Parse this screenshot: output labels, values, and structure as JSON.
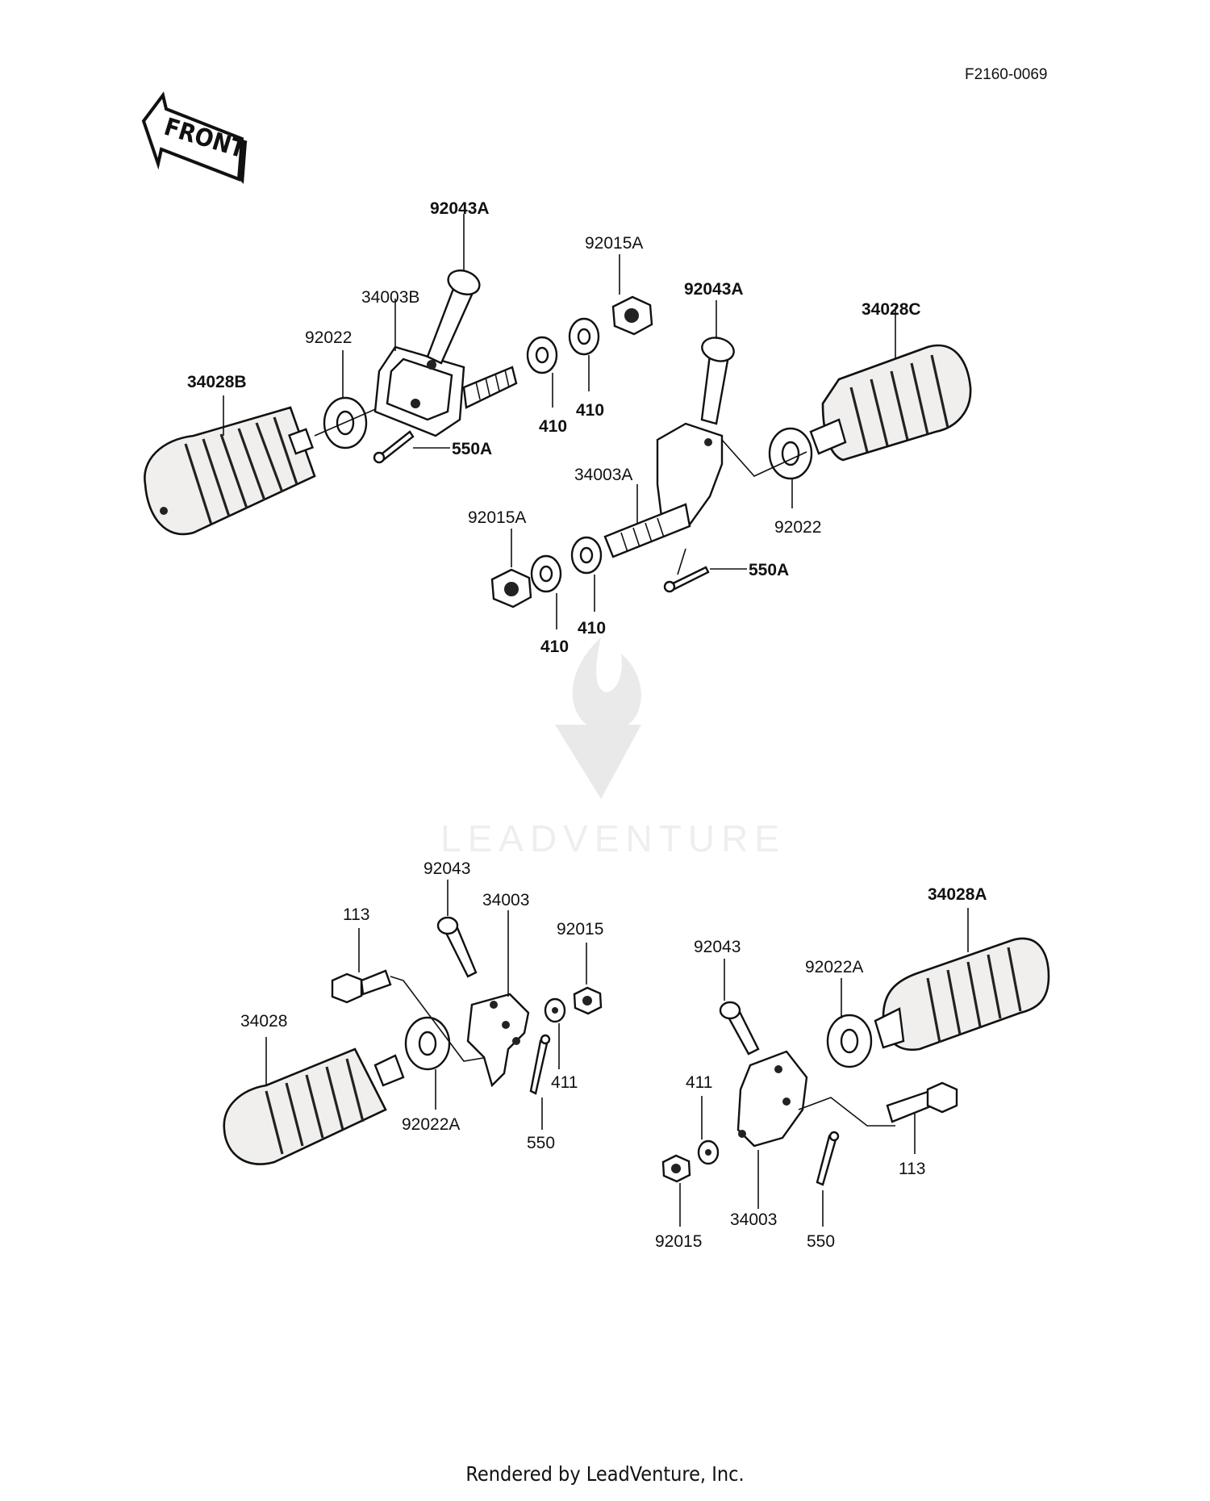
{
  "diagram_code": "F2160-0069",
  "front_label": "FRONT",
  "watermark": "LEADVENTURE",
  "footer": "Rendered by LeadVenture, Inc.",
  "labels": {
    "g1_92043A": "92043A",
    "g1_34003B": "34003B",
    "g1_92022": "92022",
    "g1_34028B": "34028B",
    "g1_550A": "550A",
    "g1_92015A": "92015A",
    "g1_410a": "410",
    "g1_410b": "410",
    "g2_92043A": "92043A",
    "g2_34028C": "34028C",
    "g2_34003A": "34003A",
    "g2_92022": "92022",
    "g2_92015A": "92015A",
    "g2_410a": "410",
    "g2_410b": "410",
    "g2_550A": "550A",
    "g3_113": "113",
    "g3_92043": "92043",
    "g3_34003": "34003",
    "g3_92015": "92015",
    "g3_34028": "34028",
    "g3_92022A": "92022A",
    "g3_411": "411",
    "g3_550": "550",
    "g4_34028A": "34028A",
    "g4_92043": "92043",
    "g4_92022A": "92022A",
    "g4_411": "411",
    "g4_113": "113",
    "g4_92015": "92015",
    "g4_34003": "34003",
    "g4_550": "550"
  }
}
